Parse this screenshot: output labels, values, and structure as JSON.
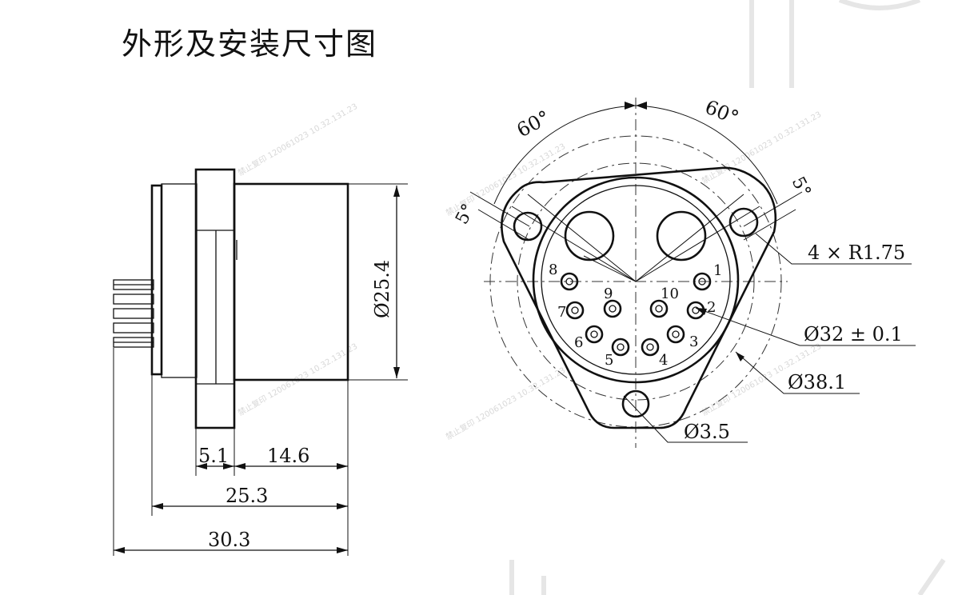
{
  "title": "外形及安装尺寸图",
  "side_view": {
    "dim_diameter": "Ø25.4",
    "dim_flange": "5.1",
    "dim_body": "14.6",
    "dim_total_body": "25.3",
    "dim_overall": "30.3"
  },
  "front_view": {
    "angle_left": "60°",
    "angle_right": "60°",
    "angle_small_left": "5°",
    "angle_small_right": "5°",
    "hole_radius": "4 × R1.75",
    "dim_inner": "Ø32 ± 0.1",
    "dim_bolt_circle": "Ø38.1",
    "dim_hole": "Ø3.5",
    "pins": [
      "1",
      "2",
      "3",
      "4",
      "5",
      "6",
      "7",
      "8",
      "9",
      "10"
    ]
  },
  "watermark": "禁止复印 120061023 10.32.131.23"
}
